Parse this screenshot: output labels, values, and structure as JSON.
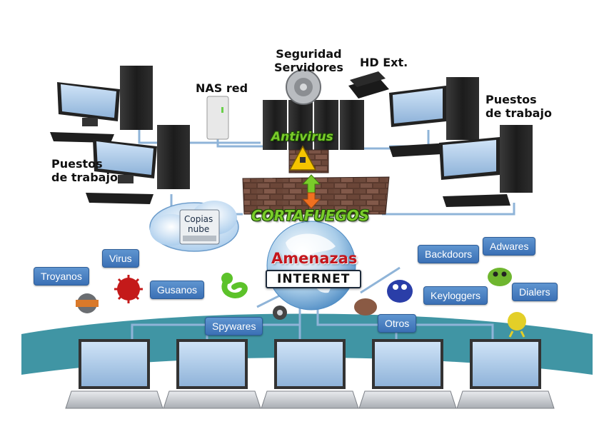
{
  "labels": {
    "seguridad": "Seguridad",
    "servidores": "Servidores",
    "hd_ext": "HD Ext.",
    "nas_red": "NAS red",
    "puestos_left_1": "Puestos",
    "puestos_left_2": "de trabajo",
    "puestos_right_1": "Puestos",
    "puestos_right_2": "de trabajo",
    "antivirus": "Antivirus",
    "cortafuegos": "CORTAFUEGOS",
    "copias_1": "Copias",
    "copias_2": "nube",
    "amenazas": "Amenazas",
    "internet": "INTERNET"
  },
  "threats": {
    "troyanos": "Troyanos",
    "virus": "Virus",
    "gusanos": "Gusanos",
    "spywares": "Spywares",
    "backdoors": "Backdoors",
    "adwares": "Adwares",
    "keyloggers": "Keyloggers",
    "dialers": "Dialers",
    "otros": "Otros"
  },
  "colors": {
    "link": "#8fb4d8",
    "teal_band": "#2b8a9a",
    "tag_blue": "#4a80c2",
    "antivirus_green": "#7acc2a",
    "amenazas_red": "#c4161c"
  }
}
